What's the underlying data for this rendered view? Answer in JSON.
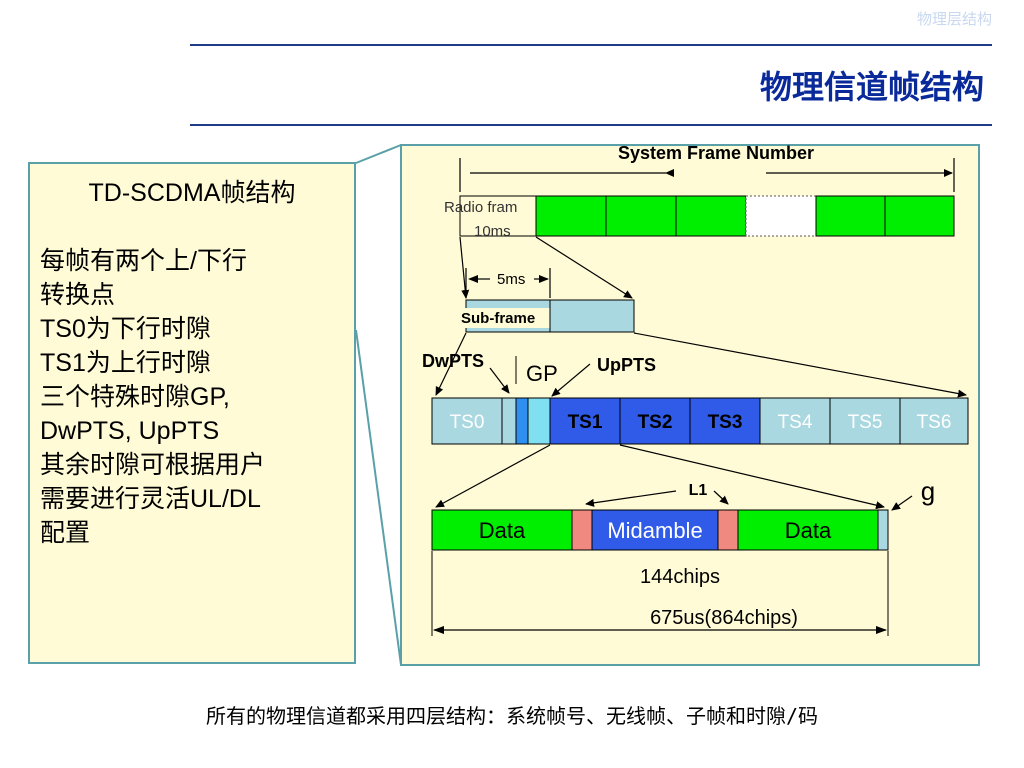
{
  "header": {
    "corner_label": "物理层结构",
    "title": "物理信道帧结构"
  },
  "sidebar": {
    "heading": "TD-SCDMA帧结构",
    "lines": [
      "每帧有两个上/下行",
      "转换点",
      "TS0为下行时隙",
      "TS1为上行时隙",
      "三个特殊时隙GP,",
      "DwPTS, UpPTS",
      "其余时隙可根据用户",
      "需要进行灵活UL/DL",
      "配置"
    ]
  },
  "diagram": {
    "system_frame_number": "System Frame Number",
    "radio_frame_label_1": "Radio fram",
    "radio_frame_label_2": "10ms",
    "subframe_duration": "5ms",
    "subframe_label": "Sub-frame",
    "dwpts": "DwPTS",
    "gp": "GP",
    "uppts": "UpPTS",
    "timeslots": [
      "TS0",
      "TS1",
      "TS2",
      "TS3",
      "TS4",
      "TS5",
      "TS6"
    ],
    "l1": "L1",
    "g": "g",
    "burst": [
      "Data",
      "Midamble",
      "Data"
    ],
    "chips_144": "144chips",
    "duration_total": "675us(864chips)"
  },
  "footer": {
    "text": "所有的物理信道都采用四层结构：系统帧号、无线帧、子帧和时隙/码"
  },
  "colors": {
    "green": "#00ee00",
    "light_blue": "#aad8e0",
    "blue": "#2f5be8",
    "pink": "#f08a80",
    "cyan": "#80dff0",
    "panel": "#fffbd6",
    "title": "#0a2a9a"
  }
}
